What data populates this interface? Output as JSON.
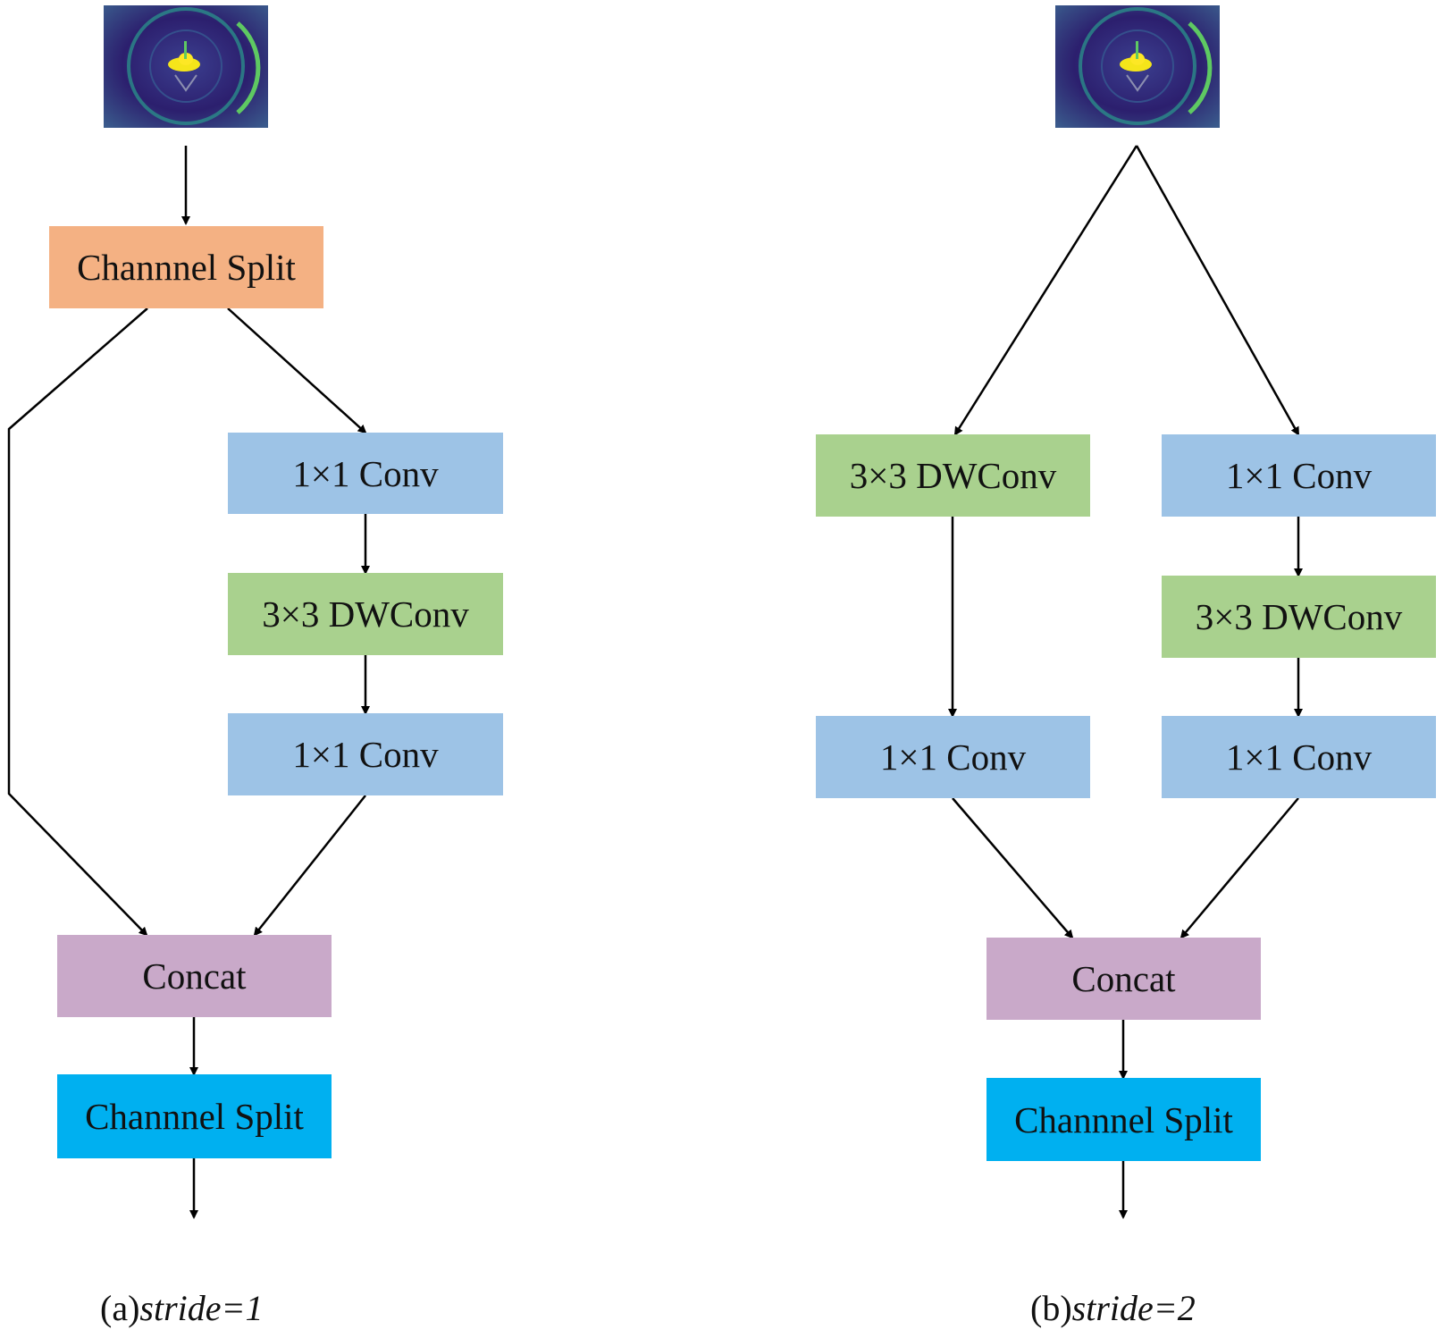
{
  "colors": {
    "split_orange": "#f4b183",
    "conv_blue": "#9dc3e6",
    "dwconv_green": "#a9d18e",
    "concat_purple": "#c9a9c9",
    "split_cyan": "#00b0f0",
    "arrow": "#000000"
  },
  "panel_a": {
    "input_image": "feature-map-thumbnail",
    "split_top": "Channnel Split",
    "conv1": "1×1 Conv",
    "dwconv": "3×3 DWConv",
    "conv2": "1×1 Conv",
    "concat": "Concat",
    "split_bottom": "Channnel Split",
    "caption_prefix": "(a)",
    "caption_italic": "stride=1"
  },
  "panel_b": {
    "input_image": "feature-map-thumbnail",
    "left_dwconv": "3×3 DWConv",
    "left_conv": "1×1 Conv",
    "right_conv1": "1×1 Conv",
    "right_dwconv": "3×3 DWConv",
    "right_conv2": "1×1 Conv",
    "concat": "Concat",
    "split_bottom": "Channnel Split",
    "caption_prefix": "(b)",
    "caption_italic": "stride=2"
  }
}
